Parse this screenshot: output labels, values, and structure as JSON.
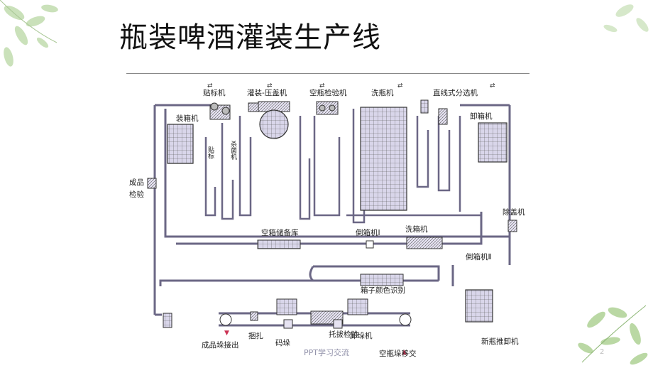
{
  "slide": {
    "title": "瓶装啤酒灌装生产线",
    "footer": "PPT学习交流",
    "page_number": "2"
  },
  "labels": {
    "labeler": "贴标机",
    "filler_capper": "灌装-压盖机",
    "empty_bottle_inspector": "空瓶检验机",
    "bottle_washer": "洗瓶机",
    "inline_sorter": "直线式分选机",
    "case_packer": "装箱机",
    "case_unpacker": "卸箱机",
    "finished_inspection_1": "成品",
    "finished_inspection_2": "检验",
    "decapper": "除盖机",
    "empty_case_storage": "空箱储备库",
    "case_tipper_1": "倒箱机Ⅰ",
    "case_washer": "洗箱机",
    "case_tipper_2": "倒箱机Ⅱ",
    "case_color_id": "箱子颜色识别",
    "finished_pallet_out": "成品垛接出",
    "strapping": "捆扎",
    "palletizer": "码垛",
    "pallet_inspection": "托拔检验",
    "depalletizer": "卸垛机",
    "empty_pallet_transfer": "空瓶垛移交",
    "new_bottle_unloader": "新瓶推卸机",
    "pasteurizer_v": "杀菌机",
    "labeler_v": "贴标"
  }
}
